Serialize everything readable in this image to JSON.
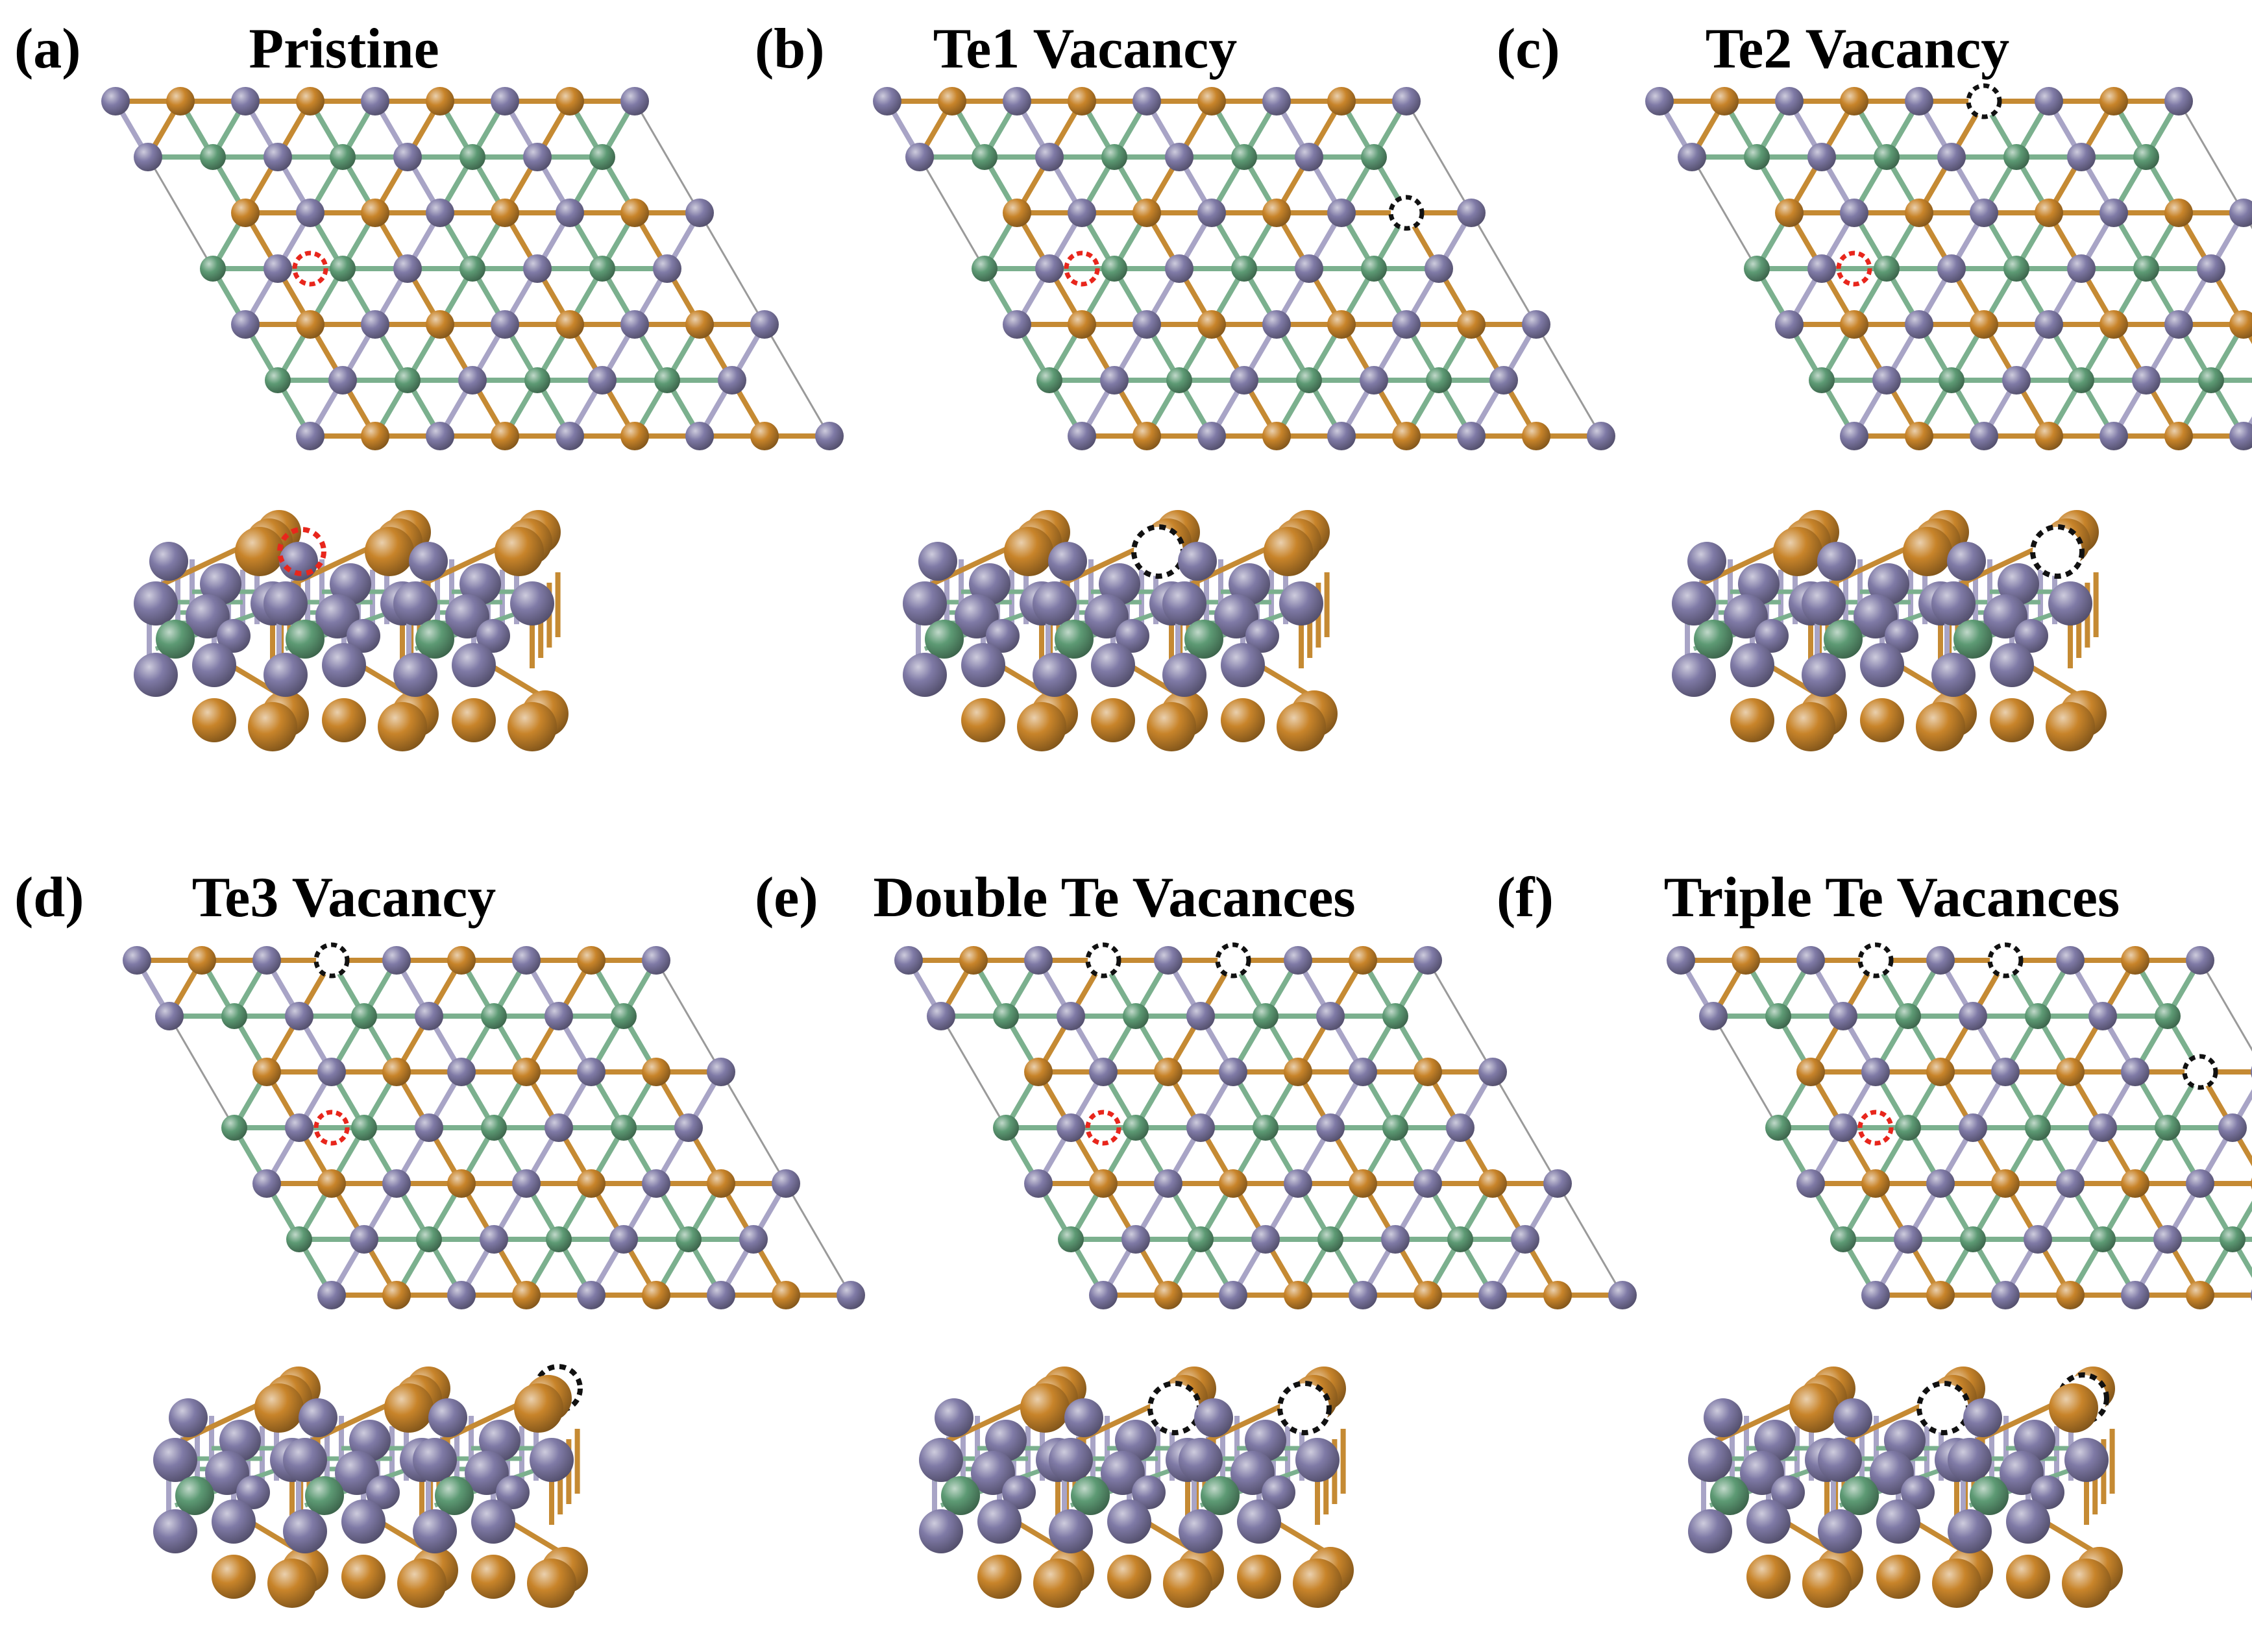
{
  "figure": {
    "panels": [
      {
        "letter": "(a)",
        "title": "Pristine",
        "top_vacancies": [],
        "side_vacancies": []
      },
      {
        "letter": "(b)",
        "title": "Te1 Vacancy",
        "top_vacancies": [
          [
            7,
            2
          ]
        ],
        "side_vacancies": [
          [
            1,
            0
          ]
        ]
      },
      {
        "letter": "(c)",
        "title": "Te2 Vacancy",
        "top_vacancies": [
          [
            5,
            0
          ]
        ],
        "side_vacancies": [
          [
            2,
            0
          ]
        ]
      },
      {
        "letter": "(d)",
        "title": "Te3 Vacancy",
        "top_vacancies": [
          [
            3,
            0
          ]
        ],
        "side_vacancies": [
          [
            2,
            2
          ]
        ]
      },
      {
        "letter": "(e)",
        "title": "Double Te Vacances",
        "top_vacancies": [
          [
            3,
            0
          ],
          [
            5,
            0
          ]
        ],
        "side_vacancies": [
          [
            1,
            0
          ],
          [
            2,
            0
          ]
        ]
      },
      {
        "letter": "(f)",
        "title": "Triple Te Vacances",
        "top_vacancies": [
          [
            3,
            0
          ],
          [
            5,
            0
          ],
          [
            7,
            2
          ]
        ],
        "side_vacancies": [
          [
            1,
            0
          ],
          [
            2,
            1
          ]
        ]
      }
    ]
  },
  "colors": {
    "te_atom": "#7f7aa6",
    "te_bond": "#a8a4c6",
    "orange_atom": "#c8842a",
    "orange_bond": "#c58a33",
    "green_atom": "#5d9a74",
    "green_bond": "#7bb08e",
    "marker_highlight": "#e8261c",
    "vacancy_ring": "#111111",
    "cell_outline": "#9a9a9a"
  }
}
